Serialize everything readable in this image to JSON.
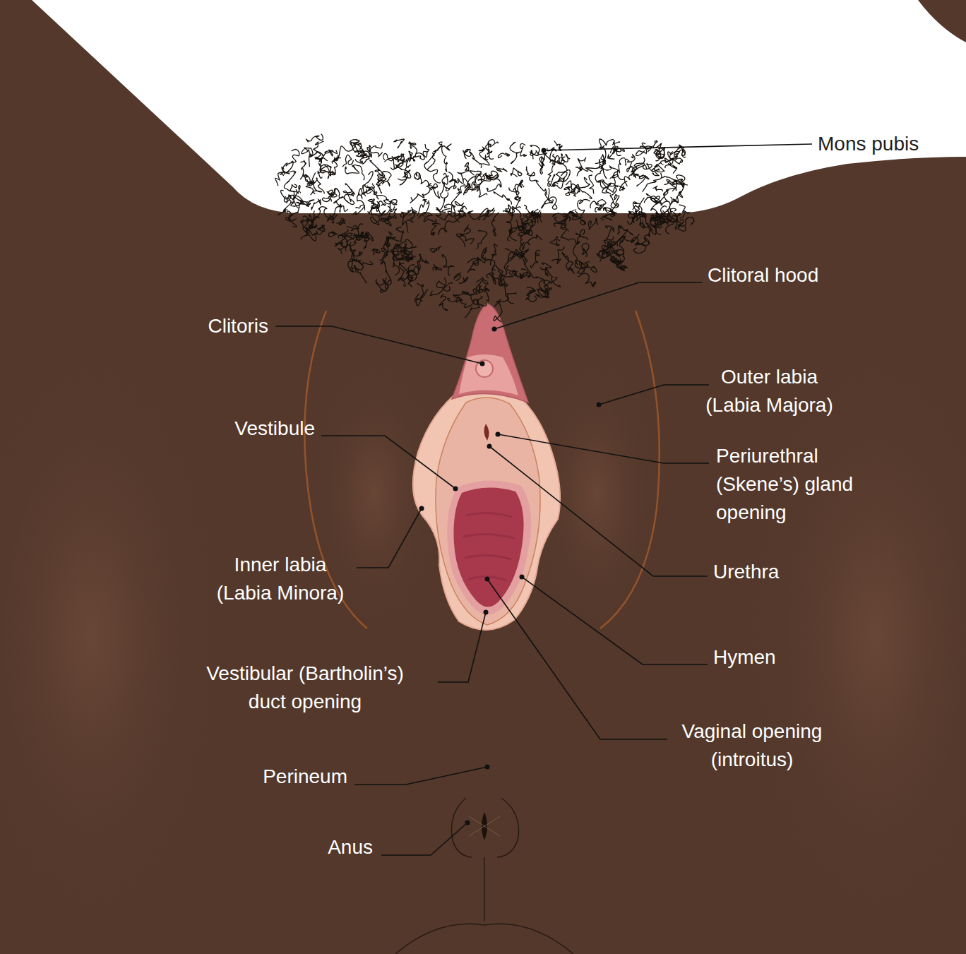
{
  "diagram": {
    "labels": [
      "Mons pubis",
      "Clitoral hood",
      "Clitoris",
      "Outer labia (Labia Majora)",
      "Vestibule",
      "Periurethral (Skene’s) gland opening",
      "Inner labia (Labia Minora)",
      "Urethra",
      "Hymen",
      "Vestibular (Bartholin’s) duct opening",
      "Vaginal opening (introitus)",
      "Perineum",
      "Anus"
    ]
  }
}
